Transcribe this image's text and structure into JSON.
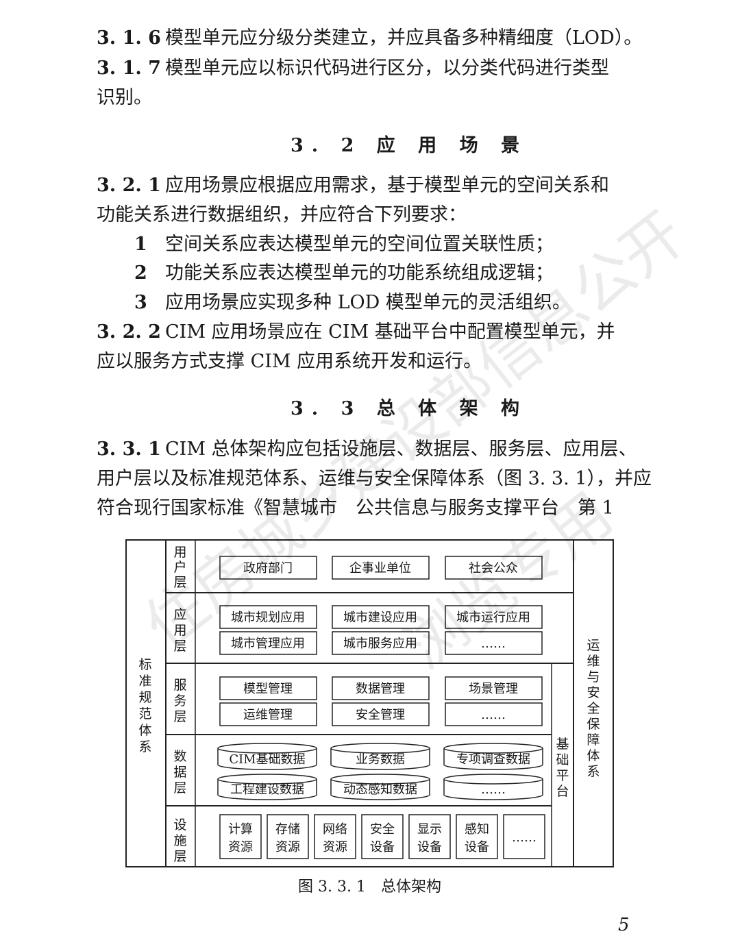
{
  "paragraphs": {
    "p316": {
      "num": "3. 1. 6",
      "text": "模型单元应分级分类建立，并应具备多种精细度（LOD）。"
    },
    "p317": {
      "num": "3. 1. 7",
      "line1": "模型单元应以标识代码进行区分，以分类代码进行类型",
      "line2": "识别。"
    },
    "h32": "3. 2  应 用 场 景",
    "p321": {
      "num": "3. 2. 1",
      "line1": "应用场景应根据应用需求，基于模型单元的空间关系和",
      "line2": "功能关系进行数据组织，并应符合下列要求："
    },
    "items": [
      {
        "n": "1",
        "t": "空间关系应表达模型单元的空间位置关联性质；"
      },
      {
        "n": "2",
        "t": "功能关系应表达模型单元的功能系统组成逻辑；"
      },
      {
        "n": "3",
        "t": "应用场景应实现多种 LOD 模型单元的灵活组织。"
      }
    ],
    "p322": {
      "num": "3. 2. 2",
      "line1": "CIM 应用场景应在 CIM 基础平台中配置模型单元，并",
      "line2": "应以服务方式支撑 CIM 应用系统开发和运行。"
    },
    "h33": "3. 3  总 体 架 构",
    "p331": {
      "num": "3. 3. 1",
      "line1": "CIM 总体架构应包括设施层、数据层、服务层、应用层、",
      "line2": "用户层以及标准规范体系、运维与安全保障体系（图 3. 3. 1），并应",
      "line3": "符合现行国家标准《智慧城市　公共信息与服务支撑平台　第 1"
    }
  },
  "diagram": {
    "left_label": "标准规范体系",
    "right_label": "运维与安全保障体系",
    "platform_label": "基础平台",
    "layers": {
      "user": {
        "label": "用户层",
        "items": [
          "政府部门",
          "企事业单位",
          "社会公众"
        ]
      },
      "app": {
        "label": "应用层",
        "items": [
          "城市规划应用",
          "城市建设应用",
          "城市运行应用",
          "城市管理应用",
          "城市服务应用",
          "……"
        ]
      },
      "service": {
        "label": "服务层",
        "items": [
          "模型管理",
          "数据管理",
          "场景管理",
          "运维管理",
          "安全管理",
          "……"
        ]
      },
      "data": {
        "label": "数据层",
        "items": [
          "CIM基础数据",
          "业务数据",
          "专项调查数据",
          "工程建设数据",
          "动态感知数据",
          "……"
        ]
      },
      "infra": {
        "label": "设施层",
        "items": [
          [
            "计算",
            "资源"
          ],
          [
            "存储",
            "资源"
          ],
          [
            "网络",
            "资源"
          ],
          [
            "安全",
            "设备"
          ],
          [
            "显示",
            "设备"
          ],
          [
            "感知",
            "设备"
          ],
          [
            "……",
            ""
          ]
        ]
      }
    }
  },
  "caption": "图 3. 3. 1　总体架构",
  "page_number": "5",
  "watermark": {
    "line1": "住房城乡建设部信息公开",
    "line2": "浏览专用"
  }
}
